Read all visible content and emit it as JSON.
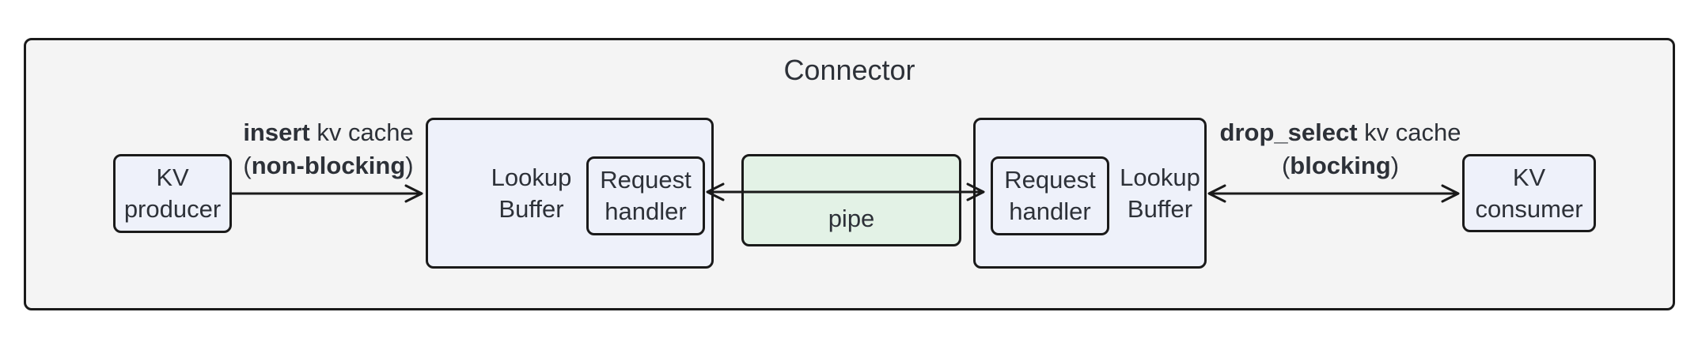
{
  "colors": {
    "canvas-bg": "#ffffff",
    "frame-bg": "#f4f4f4",
    "node-blue": "#eef1fa",
    "pipe-green": "#e3f2e6",
    "stroke": "#1a1a1a",
    "text": "#2d3138"
  },
  "diagram": {
    "title": "Connector",
    "nodes": {
      "kv_producer": "KV\nproducer",
      "lookup_buffer_left": "Lookup\nBuffer",
      "request_handler_left": "Request\nhandler",
      "pipe": "pipe",
      "request_handler_right": "Request\nhandler",
      "lookup_buffer_right": "Lookup\nBuffer",
      "kv_consumer": "KV\nconsumer"
    },
    "edges": {
      "insert": {
        "line1_bold": "insert",
        "line1_rest": " kv cache",
        "line2_pre": "(",
        "line2_bold": "non-blocking",
        "line2_post": ")"
      },
      "drop_select": {
        "line1_bold": "drop_select",
        "line1_rest": " kv cache",
        "line2_pre": "(",
        "line2_bold": "blocking",
        "line2_post": ")"
      }
    }
  }
}
